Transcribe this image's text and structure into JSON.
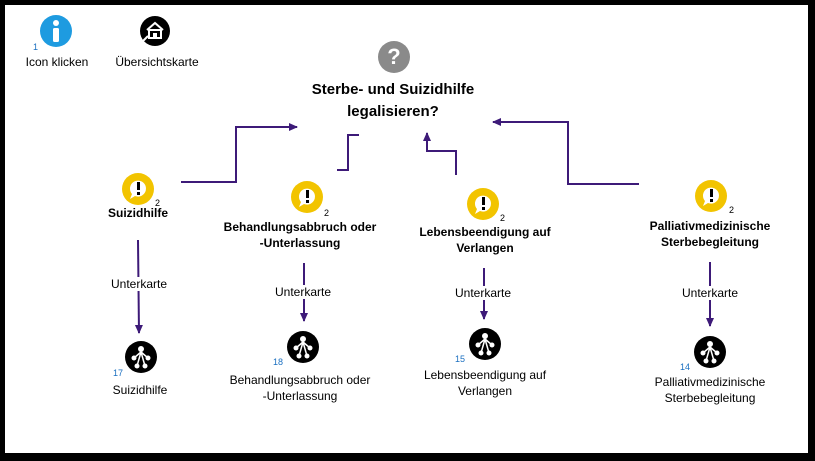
{
  "toolbar": {
    "info_label": "Icon klicken",
    "info_ref": "1",
    "overview_label": "Übersichtskarte"
  },
  "question": {
    "title_line1": "Sterbe- und Suizidhilfe",
    "title_line2": "legalisieren?"
  },
  "positions": [
    {
      "line1": "Suizidhilfe",
      "line2": "",
      "count": "2"
    },
    {
      "line1": "Behandlungsabbruch oder",
      "line2": "-Unterlassung",
      "count": "2"
    },
    {
      "line1": "Lebensbeendigung auf",
      "line2": "Verlangen",
      "count": "2"
    },
    {
      "line1": "Palliativmedizinische",
      "line2": "Sterbebegleitung",
      "count": "2"
    }
  ],
  "edge_label": "Unterkarte",
  "submaps": [
    {
      "line1": "Suizidhilfe",
      "line2": "",
      "ref": "17"
    },
    {
      "line1": "Behandlungsabbruch oder",
      "line2": "-Unterlassung",
      "ref": "18"
    },
    {
      "line1": "Lebensbeendigung auf",
      "line2": "Verlangen",
      "ref": "15"
    },
    {
      "line1": "Palliativmedizinische",
      "line2": "Sterbebegleitung",
      "ref": "14"
    }
  ],
  "colors": {
    "connector": "#3d1a78",
    "idea_icon": "#f2c400",
    "question_icon": "#8a8a8a",
    "info_icon": "#1e9be0"
  }
}
